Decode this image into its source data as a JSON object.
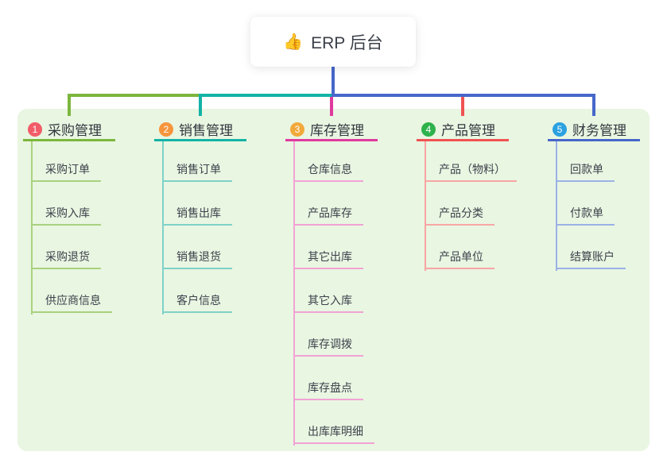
{
  "root": {
    "emoji": "👍",
    "label": "ERP 后台"
  },
  "colors": {
    "page_bg": "#ffffff",
    "panel_bg": "#e9f6e2",
    "root_line": "#4767ca",
    "text": "#33373f"
  },
  "branches": [
    {
      "badge": "1",
      "label": "采购管理",
      "line_color": "#7cb63d",
      "child_line_color": "#a9d17f",
      "badge_color": "#f25c68",
      "children": [
        "采购订单",
        "采购入库",
        "采购退货",
        "供应商信息"
      ]
    },
    {
      "badge": "2",
      "label": "销售管理",
      "line_color": "#13b3a6",
      "child_line_color": "#7fd2c8",
      "badge_color": "#f6953c",
      "children": [
        "销售订单",
        "销售出库",
        "销售退货",
        "客户信息"
      ]
    },
    {
      "badge": "3",
      "label": "库存管理",
      "line_color": "#e03a9e",
      "child_line_color": "#f2a2d4",
      "badge_color": "#f2a93b",
      "children": [
        "仓库信息",
        "产品库存",
        "其它出库",
        "其它入库",
        "库存调拨",
        "库存盘点",
        "出库库明细"
      ]
    },
    {
      "badge": "4",
      "label": "产品管理",
      "line_color": "#f05352",
      "child_line_color": "#f8a6a4",
      "badge_color": "#2eb24c",
      "children": [
        "产品（物料）",
        "产品分类",
        "产品单位"
      ]
    },
    {
      "badge": "5",
      "label": "财务管理",
      "line_color": "#4767ca",
      "child_line_color": "#9bb1e6",
      "badge_color": "#2ba1e0",
      "children": [
        "回款单",
        "付款单",
        "结算账户"
      ]
    }
  ]
}
